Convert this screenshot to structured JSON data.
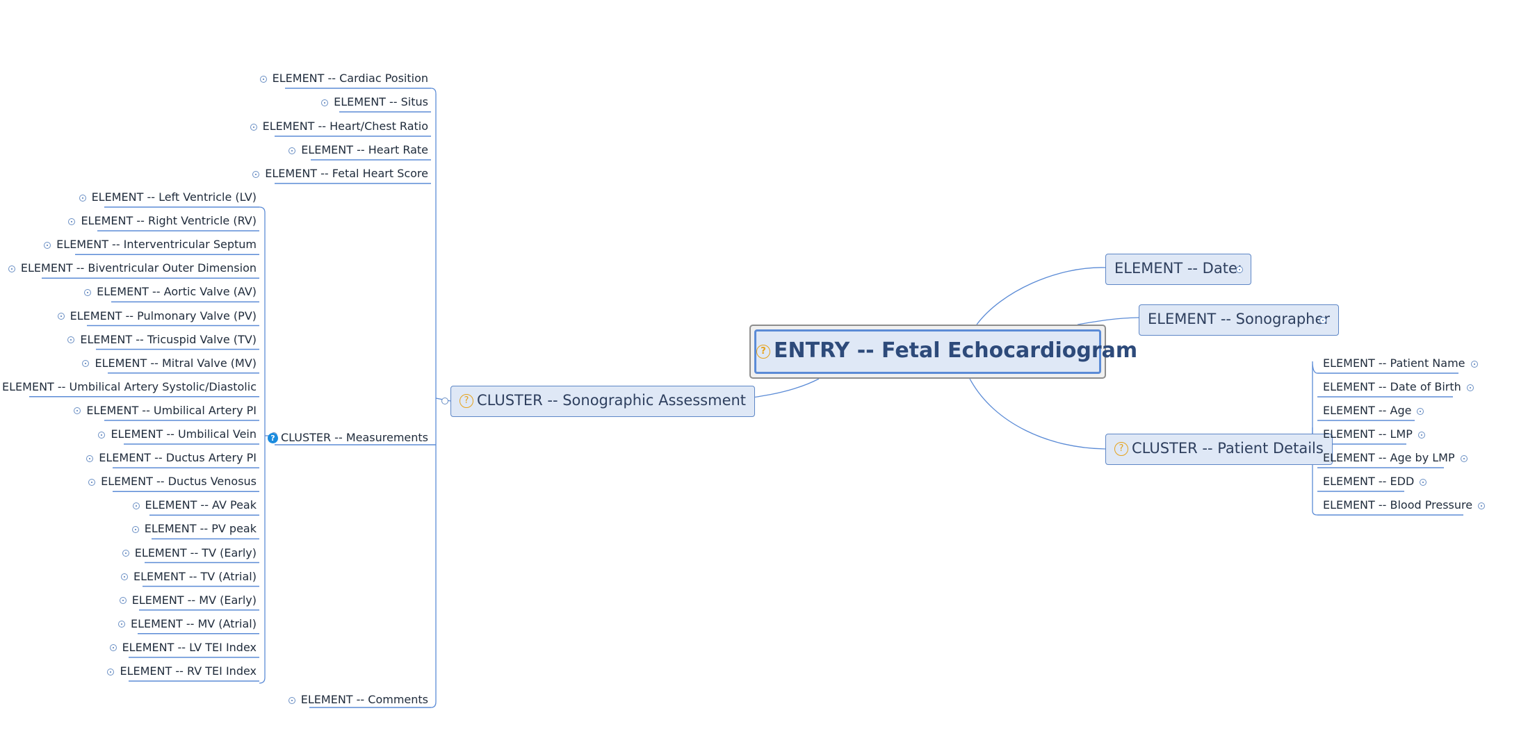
{
  "root": {
    "label": "ENTRY -- Fetal Echocardiogram"
  },
  "date": {
    "label": "ELEMENT -- Date:"
  },
  "sonographer": {
    "label": "ELEMENT -- Sonographer"
  },
  "patient_cluster": {
    "label": "CLUSTER -- Patient Details"
  },
  "patient_items": [
    "ELEMENT -- Patient Name",
    "ELEMENT -- Date of Birth",
    "ELEMENT -- Age",
    "ELEMENT -- LMP",
    "ELEMENT -- Age by LMP",
    "ELEMENT -- EDD",
    "ELEMENT -- Blood Pressure"
  ],
  "sono_cluster": {
    "label": "CLUSTER -- Sonographic Assessment"
  },
  "sono_items_top": [
    "ELEMENT -- Cardiac Position",
    "ELEMENT -- Situs",
    "ELEMENT -- Heart/Chest Ratio",
    "ELEMENT -- Heart Rate",
    "ELEMENT -- Fetal Heart Score"
  ],
  "measurements_cluster": {
    "label": "CLUSTER -- Measurements"
  },
  "measurement_items": [
    "ELEMENT -- Left Ventricle (LV)",
    "ELEMENT -- Right Ventricle (RV)",
    "ELEMENT -- Interventricular Septum",
    "ELEMENT -- Biventricular Outer Dimension",
    "ELEMENT -- Aortic Valve (AV)",
    "ELEMENT -- Pulmonary Valve (PV)",
    "ELEMENT -- Tricuspid Valve (TV)",
    "ELEMENT -- Mitral Valve (MV)",
    "ELEMENT -- Umbilical Artery Systolic/Diastolic",
    "ELEMENT -- Umbilical Artery PI",
    "ELEMENT -- Umbilical Vein",
    "ELEMENT -- Ductus Artery PI",
    "ELEMENT -- Ductus Venosus",
    "ELEMENT -- AV Peak",
    "ELEMENT -- PV peak",
    "ELEMENT -- TV (Early)",
    "ELEMENT -- TV (Atrial)",
    "ELEMENT -- MV (Early)",
    "ELEMENT -- MV (Atrial)",
    "ELEMENT -- LV TEI Index",
    "ELEMENT -- RV TEI Index"
  ],
  "comments": {
    "label": "ELEMENT -- Comments"
  },
  "colors": {
    "line": "#5b8bd6",
    "box_fill": "#dfe8f6",
    "box_border": "#5d86c6",
    "question_icon": "#e6a21a"
  }
}
